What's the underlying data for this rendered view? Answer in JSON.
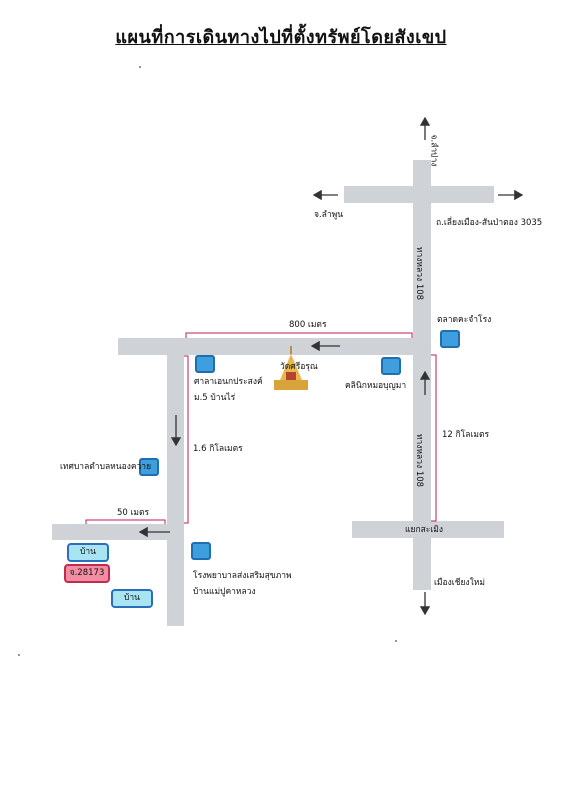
{
  "title": "แผนที่การเดินทางไปที่ตั้งทรัพย์โดยสังเขป",
  "directions": {
    "north": "จ.ลำปาง",
    "west": "จ.ลำพูน",
    "east": "ถ.เลี่ยงเมือง-สันป่าตอง 3035",
    "south": "เมืองเชียงใหม่"
  },
  "highway": {
    "upper": "ทางหลวง 108",
    "lower": "ทางหลวง 108"
  },
  "intersection": "แยกสะเมิง",
  "distances": {
    "east_road": "800 เมตร",
    "highway": "12 กิโลเมตร",
    "inner_road": "1.6 กิโลเมตร",
    "last_road": "50 เมตร"
  },
  "landmarks": {
    "market": "ตลาดคะจำโรง",
    "clinic": "คลินิกหมอบุญมา",
    "temple": "วัดศรีอรุณ",
    "pavilion_line1": "ศาลาเอนกประสงค์",
    "pavilion_line2": "ม.5 บ้านไร่",
    "municipality": "เทศบาลตำบลหนองควาย",
    "hospital_line1": "โรงพยาบาลส่งเสริมสุขภาพ",
    "hospital_line2": "บ้านแม่ปูคาหลวง"
  },
  "properties": {
    "house_top": "บ้าน",
    "deed": "จ.28173",
    "house_bottom": "บ้าน"
  },
  "colors": {
    "road": "#cfd3d8",
    "marker": "#3f9fde",
    "route": "#c2185b",
    "house": "#a9e4f2",
    "deed": "#f28da4"
  }
}
